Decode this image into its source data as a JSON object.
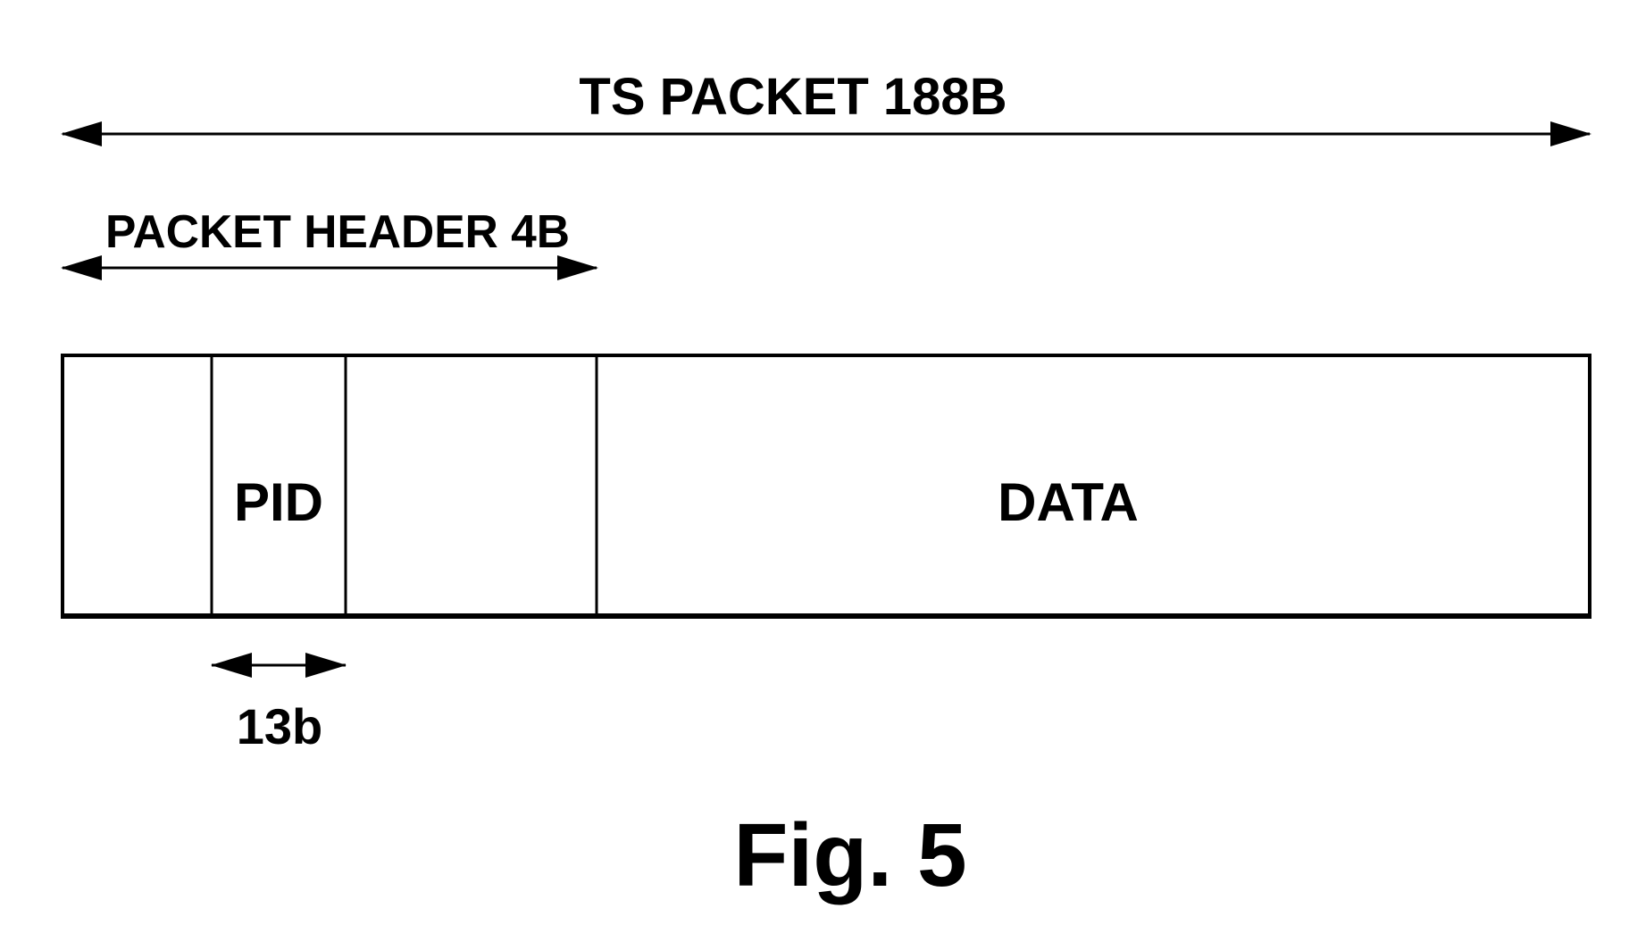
{
  "labels": {
    "ts_packet": "TS PACKET 188B",
    "packet_header": "PACKET HEADER 4B",
    "pid_field": "PID",
    "data_field": "DATA",
    "pid_width": "13b",
    "figure_caption": "Fig. 5"
  },
  "colors": {
    "ink": "#000000",
    "background": "#ffffff"
  }
}
